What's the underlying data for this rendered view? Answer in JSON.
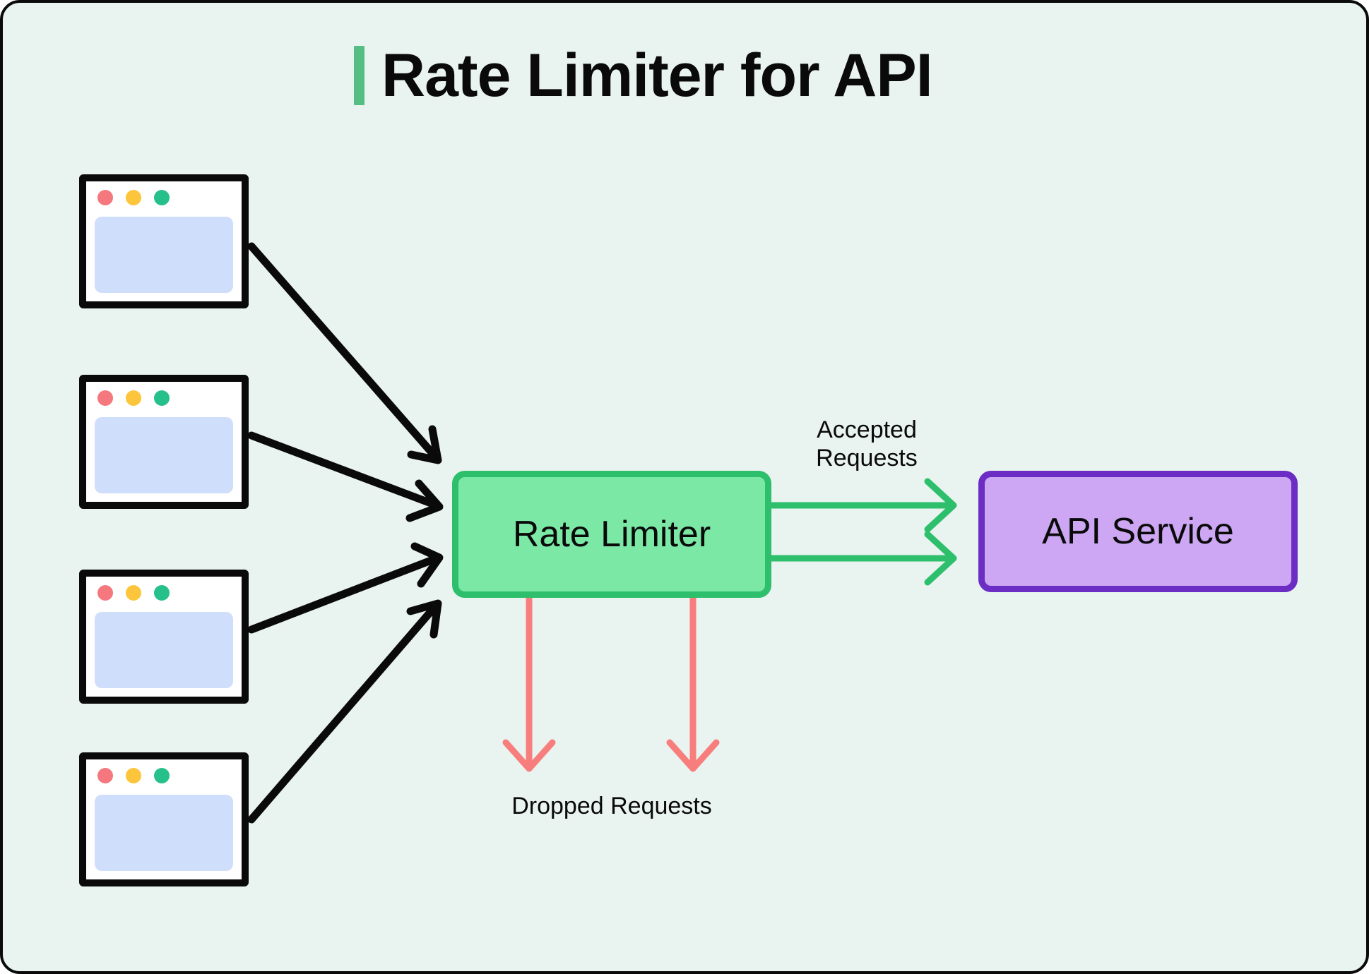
{
  "diagram": {
    "title": "Rate Limiter for API",
    "background_color": "#E9F3EF",
    "accent_color": "#55BE85",
    "border_color": "#0a0a0a"
  },
  "clients": [
    {
      "name": "client-window-1",
      "dots": [
        "red",
        "yellow",
        "green"
      ]
    },
    {
      "name": "client-window-2",
      "dots": [
        "red",
        "yellow",
        "green"
      ]
    },
    {
      "name": "client-window-3",
      "dots": [
        "red",
        "yellow",
        "green"
      ]
    },
    {
      "name": "client-window-4",
      "dots": [
        "red",
        "yellow",
        "green"
      ]
    }
  ],
  "dot_colors": {
    "red": "#F4787E",
    "yellow": "#FCC53B",
    "green": "#26C08A"
  },
  "nodes": {
    "rate_limiter": {
      "label": "Rate Limiter",
      "fill": "#7CE8A6",
      "stroke": "#2DBF6C"
    },
    "api_service": {
      "label": "API Service",
      "fill": "#CDA7F4",
      "stroke": "#6B2DC3"
    }
  },
  "edges": {
    "accepted_label": "Accepted\nRequests",
    "accepted_color": "#2DBF6C",
    "dropped_label": "Dropped Requests",
    "dropped_color": "#F87E7E",
    "request_color": "#0a0a0a"
  }
}
